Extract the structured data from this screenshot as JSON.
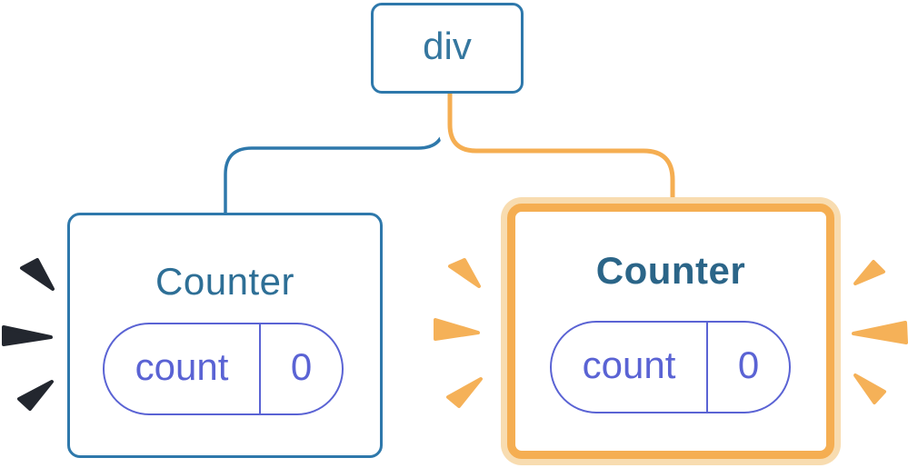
{
  "diagram": {
    "description": "React component tree: a div root with two Counter children; the right Counter and its edge are highlighted orange, both counters have render bursts",
    "root": {
      "label": "div"
    },
    "counters": [
      {
        "title": "Counter",
        "highlighted": false,
        "state_key": "count",
        "state_value": "0"
      },
      {
        "title": "Counter",
        "highlighted": true,
        "state_key": "count",
        "state_value": "0"
      }
    ]
  },
  "colors": {
    "node_border_blue": "#2e78ab",
    "node_label_blue": "#35779f",
    "counter_title_blue": "#2e6f96",
    "counter_title_blue_bold": "#2b6588",
    "state_purple": "#5a63d4",
    "highlight_orange": "#f5ae52",
    "highlight_orange_light": "#f8dcb0",
    "burst_dark": "#23272f",
    "burst_orange": "#f5b158",
    "card_background": "#ffffff"
  }
}
